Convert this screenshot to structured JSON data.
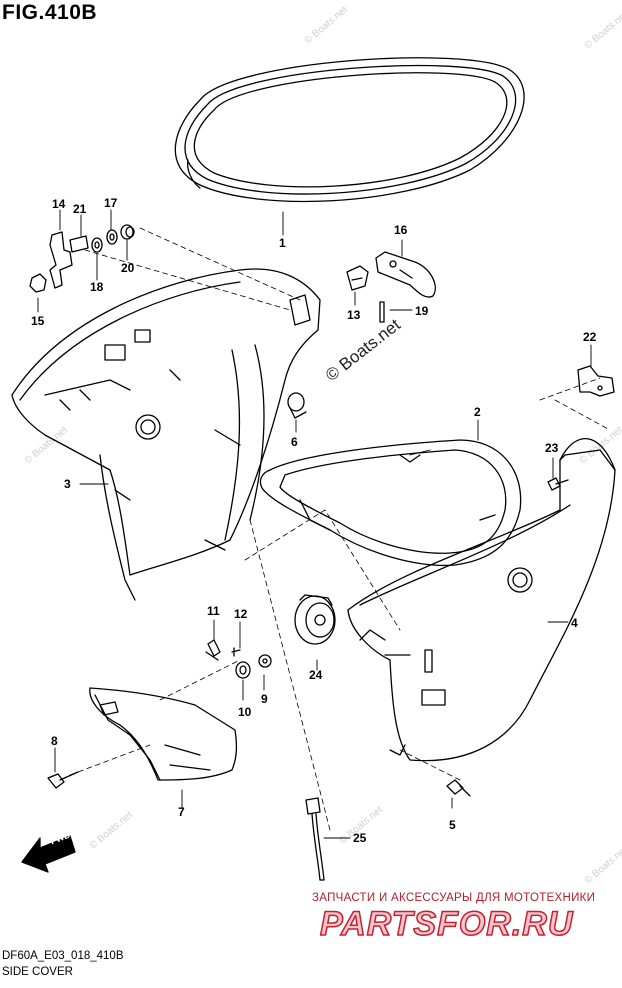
{
  "figure": {
    "title": "FIG.410B"
  },
  "watermark": {
    "main": "© Boats.net",
    "faint": "© Boats.net"
  },
  "callouts": [
    "1",
    "2",
    "3",
    "4",
    "5",
    "6",
    "7",
    "8",
    "9",
    "10",
    "11",
    "12",
    "13",
    "14",
    "15",
    "16",
    "17",
    "18",
    "19",
    "20",
    "21",
    "22",
    "23",
    "24",
    "25"
  ],
  "arrow": {
    "label": "FWD"
  },
  "advert": {
    "line": "ЗАПЧАСТИ И АКСЕССУАРЫ ДЛЯ МОТОТЕХНИКИ",
    "brand": "PARTSFOR.RU"
  },
  "footer": {
    "code": "DF60A_E03_018_410B",
    "title": "SIDE COVER"
  }
}
